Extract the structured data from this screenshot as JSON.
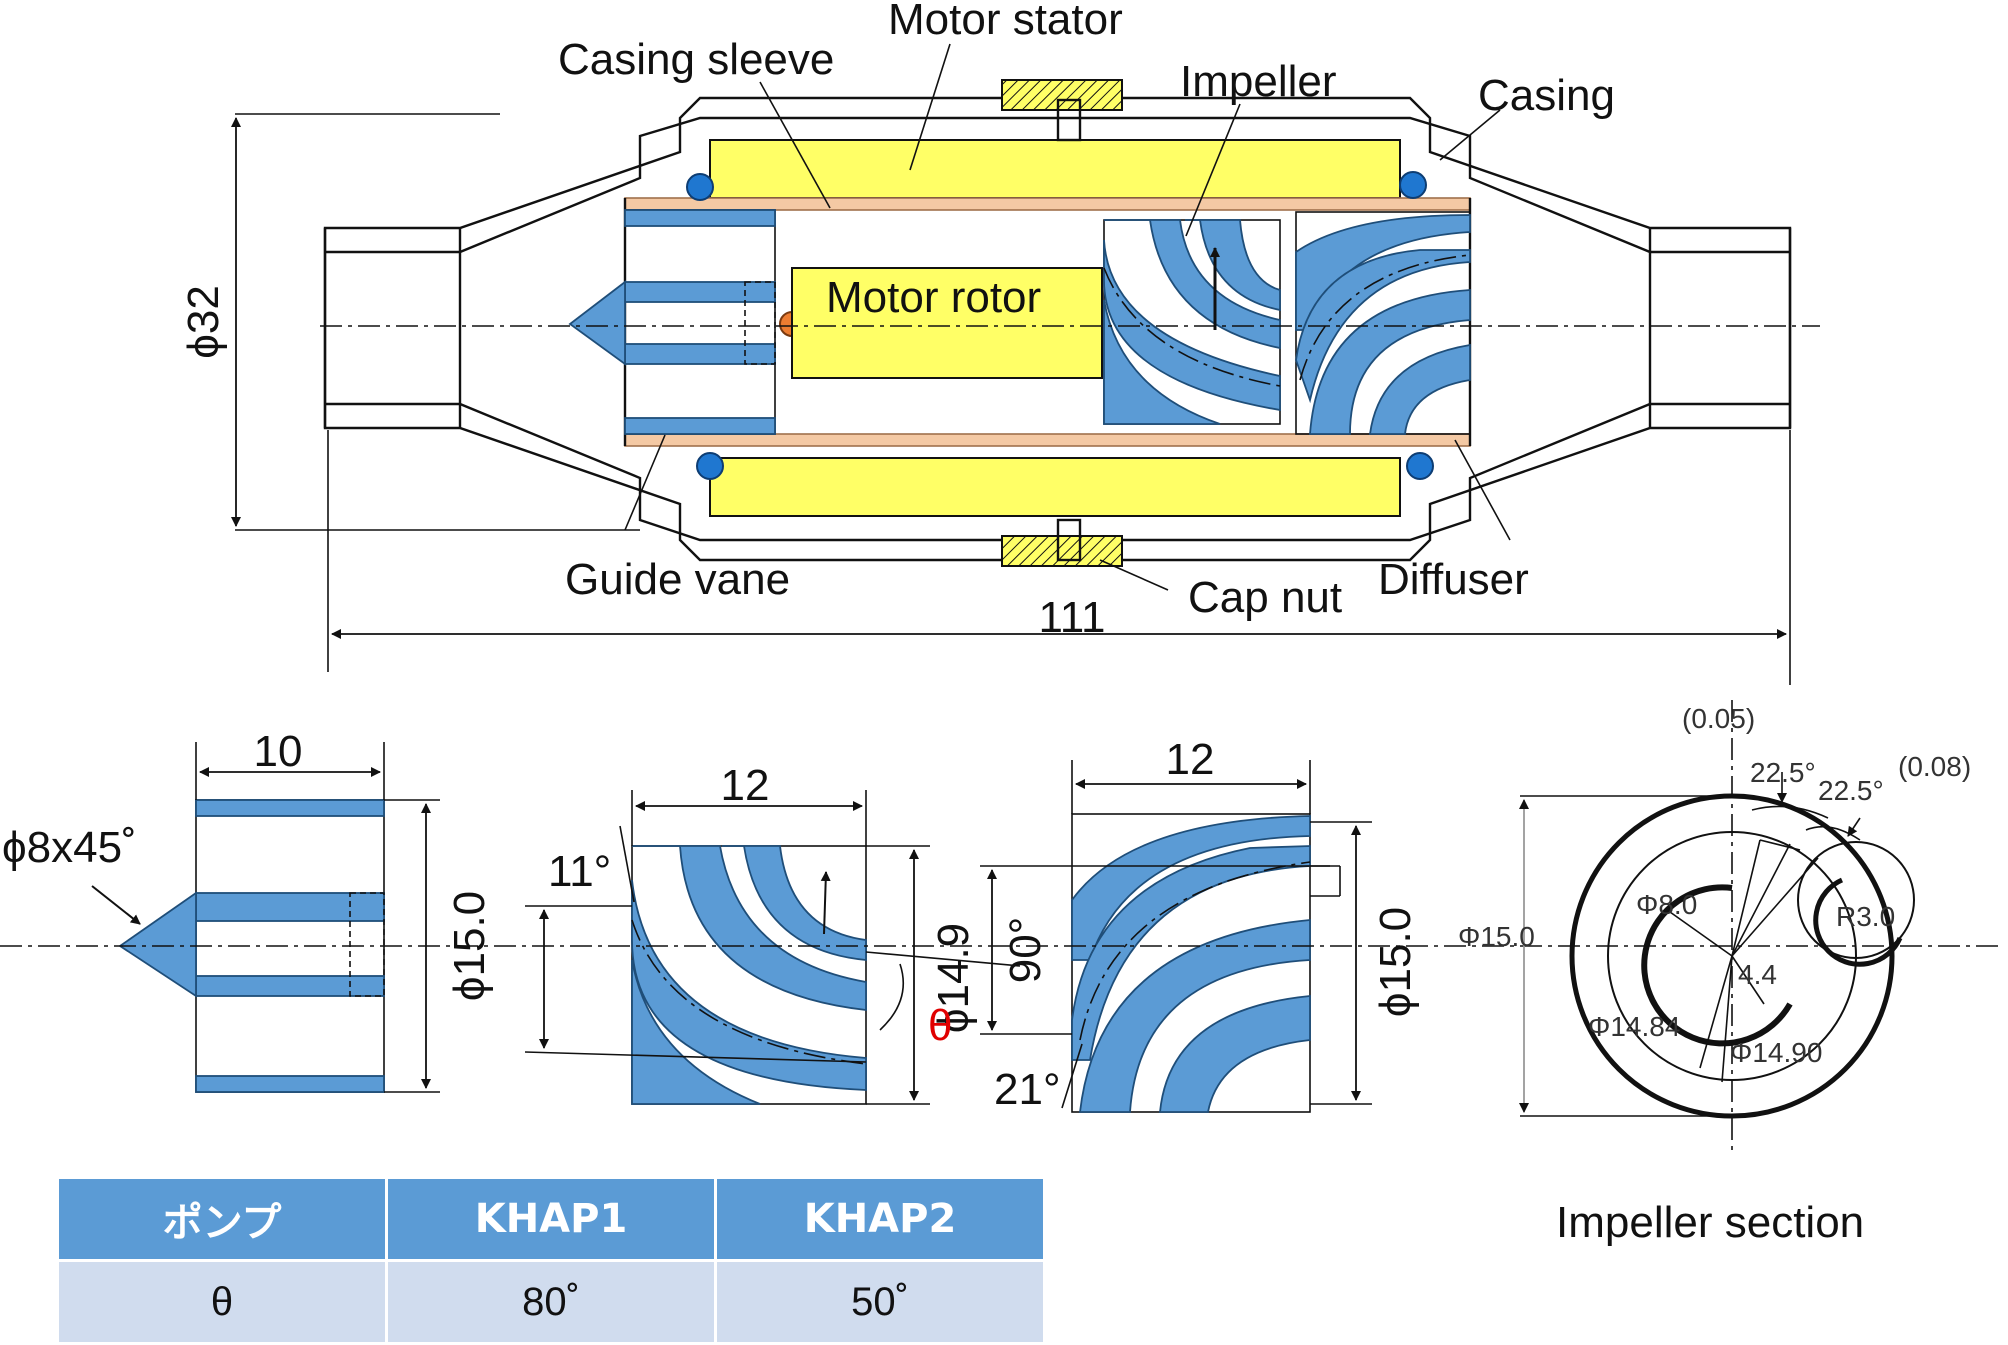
{
  "labels": {
    "motor_stator": "Motor stator",
    "casing_sleeve": "Casing sleeve",
    "impeller": "Impeller",
    "casing": "Casing",
    "motor_rotor": "Motor rotor",
    "guide_vane": "Guide vane",
    "cap_nut": "Cap nut",
    "diffuser": "Diffuser"
  },
  "dimensions": {
    "overall_diameter": "ϕ32",
    "overall_length": "111",
    "guide_length": "10",
    "guide_cone": "ϕ8x45˚",
    "guide_diameter": "ϕ15.0",
    "impeller_length": "12",
    "impeller_angle_top": "11°",
    "impeller_diameter": "ϕ14.9",
    "impeller_theta": "θ",
    "diffuser_angle_90": "90°",
    "diffuser_length": "12",
    "diffuser_angle_21": "21°",
    "diffuser_diameter": "ϕ15.0"
  },
  "section": {
    "d1": "(0.05)",
    "a1": "22.5°",
    "a2": "22.5°",
    "d2": "(0.08)",
    "phi8": "Φ8.0",
    "r30": "R3.0",
    "phi15": "Φ15.0",
    "v44": "4.4",
    "phi1484": "Φ14.84",
    "phi1490": "Φ14.90"
  },
  "caption": "Impeller section",
  "table": {
    "headers": [
      "ポンプ",
      "KHAP1",
      "KHAP2"
    ],
    "row": [
      "θ",
      "80˚",
      "50˚"
    ]
  },
  "colors": {
    "blade_blue": "#5b9bd5",
    "rotor_yellow": "#ffff66",
    "sleeve_tan": "#f4c9a4",
    "oring_blue": "#1f77d0",
    "bearing_orange": "#ed7d31",
    "theta_red": "#e00000"
  }
}
